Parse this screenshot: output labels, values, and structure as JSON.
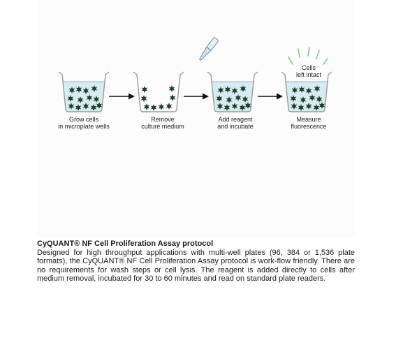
{
  "steps": [
    {
      "label": "Grow cells\nin microplate wells"
    },
    {
      "label": "Remove\nculture medium"
    },
    {
      "label": "Add reagent\nand incubate"
    },
    {
      "label": "Measure\nfluorescence"
    }
  ],
  "cells_intact_label": "Cells\nleft intact",
  "icons": [
    "pipette-icon",
    "arrow-right-icon",
    "fluorescence-rays-icon",
    "cell-icon"
  ],
  "colors": {
    "well_outline": "#9a9a9a",
    "medium": "#d7ecf2",
    "cell": "#1f3f2b",
    "rays": "#7ec98f",
    "arrow": "#111111"
  },
  "caption": {
    "title": "CyQUANT® NF Cell Proliferation Assay protocol",
    "body": "Designed for high throughput applications with multi-well plates (96, 384 or 1,536 plate formats), the CyQUANT® NF Cell Proliferation Assay protocol is work-flow friendly. There are no requirements for wash steps or cell lysis. The reagent is added directly to cells after medium removal, incubated for 30 to 60 minutes and read on standard plate readers."
  }
}
